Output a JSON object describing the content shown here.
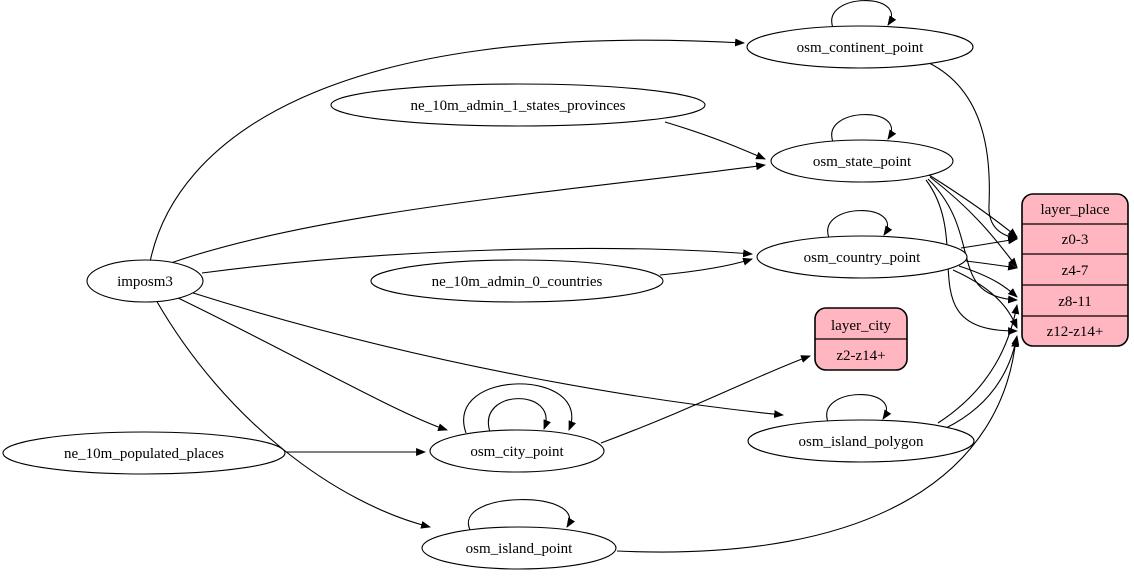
{
  "diagram": {
    "kind": "etl-dependency-graph",
    "background_color": "#ffffff",
    "table_node_fill": "#ffffff",
    "layer_node_fill": "#ffb6c1",
    "stroke_color": "#000000"
  },
  "nodes": {
    "imposm3": {
      "label": "imposm3",
      "shape": "ellipse"
    },
    "ne_10m_admin_1_states_provinces": {
      "label": "ne_10m_admin_1_states_provinces",
      "shape": "ellipse"
    },
    "ne_10m_admin_0_countries": {
      "label": "ne_10m_admin_0_countries",
      "shape": "ellipse"
    },
    "ne_10m_populated_places": {
      "label": "ne_10m_populated_places",
      "shape": "ellipse"
    },
    "osm_continent_point": {
      "label": "osm_continent_point",
      "shape": "ellipse"
    },
    "osm_state_point": {
      "label": "osm_state_point",
      "shape": "ellipse"
    },
    "osm_country_point": {
      "label": "osm_country_point",
      "shape": "ellipse"
    },
    "osm_city_point": {
      "label": "osm_city_point",
      "shape": "ellipse"
    },
    "osm_island_polygon": {
      "label": "osm_island_polygon",
      "shape": "ellipse"
    },
    "osm_island_point": {
      "label": "osm_island_point",
      "shape": "ellipse"
    },
    "layer_city": {
      "title": "layer_city",
      "rows": [
        "z2-z14+"
      ],
      "shape": "record"
    },
    "layer_place": {
      "title": "layer_place",
      "rows": [
        "z0-3",
        "z4-7",
        "z8-11",
        "z12-z14+"
      ],
      "shape": "record"
    }
  },
  "edges": [
    {
      "from": "imposm3",
      "to": "osm_continent_point"
    },
    {
      "from": "imposm3",
      "to": "osm_state_point"
    },
    {
      "from": "imposm3",
      "to": "osm_country_point"
    },
    {
      "from": "imposm3",
      "to": "osm_city_point"
    },
    {
      "from": "imposm3",
      "to": "osm_island_polygon"
    },
    {
      "from": "imposm3",
      "to": "osm_island_point"
    },
    {
      "from": "ne_10m_admin_1_states_provinces",
      "to": "osm_state_point"
    },
    {
      "from": "ne_10m_admin_0_countries",
      "to": "osm_country_point"
    },
    {
      "from": "ne_10m_populated_places",
      "to": "osm_city_point"
    },
    {
      "from": "osm_continent_point",
      "to": "osm_continent_point",
      "type": "self-loop"
    },
    {
      "from": "osm_state_point",
      "to": "osm_state_point",
      "type": "self-loop"
    },
    {
      "from": "osm_country_point",
      "to": "osm_country_point",
      "type": "self-loop"
    },
    {
      "from": "osm_city_point",
      "to": "osm_city_point",
      "type": "self-loop"
    },
    {
      "from": "osm_city_point",
      "to": "osm_city_point",
      "type": "self-loop"
    },
    {
      "from": "osm_island_polygon",
      "to": "osm_island_polygon",
      "type": "self-loop"
    },
    {
      "from": "osm_island_point",
      "to": "osm_island_point",
      "type": "self-loop"
    },
    {
      "from": "osm_city_point",
      "to": "layer_city",
      "to_port": "z2-z14+"
    },
    {
      "from": "osm_continent_point",
      "to": "layer_place",
      "to_port": "z0-3"
    },
    {
      "from": "osm_state_point",
      "to": "layer_place",
      "to_port": "z0-3"
    },
    {
      "from": "osm_state_point",
      "to": "layer_place",
      "to_port": "z4-7"
    },
    {
      "from": "osm_state_point",
      "to": "layer_place",
      "to_port": "z8-11"
    },
    {
      "from": "osm_state_point",
      "to": "layer_place",
      "to_port": "z12-z14+"
    },
    {
      "from": "osm_country_point",
      "to": "layer_place",
      "to_port": "z0-3"
    },
    {
      "from": "osm_country_point",
      "to": "layer_place",
      "to_port": "z4-7"
    },
    {
      "from": "osm_country_point",
      "to": "layer_place",
      "to_port": "z8-11"
    },
    {
      "from": "osm_country_point",
      "to": "layer_place",
      "to_port": "z12-z14+"
    },
    {
      "from": "osm_island_polygon",
      "to": "layer_place",
      "to_port": "z8-11"
    },
    {
      "from": "osm_island_polygon",
      "to": "layer_place",
      "to_port": "z12-z14+"
    },
    {
      "from": "osm_island_point",
      "to": "layer_place",
      "to_port": "z12-z14+"
    }
  ]
}
